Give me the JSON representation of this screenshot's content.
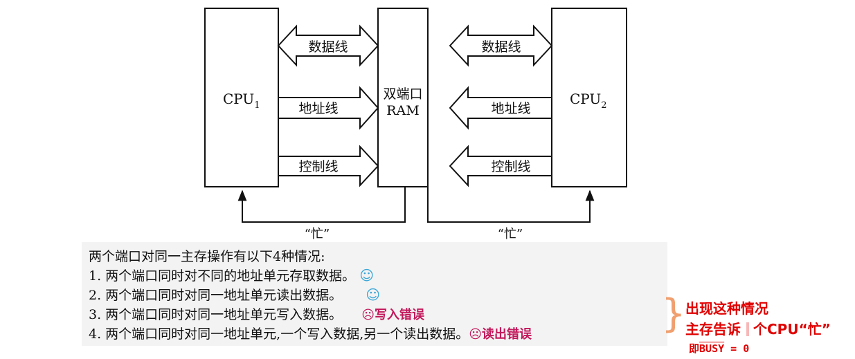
{
  "diagram": {
    "cpu1": "CPU",
    "cpu1_sub": "1",
    "cpu2": "CPU",
    "cpu2_sub": "2",
    "ram_line1": "双端口",
    "ram_line2": "RAM",
    "data_line": "数据线",
    "addr_line": "地址线",
    "ctrl_line": "控制线",
    "busy_left": "“忙”",
    "busy_right": "“忙”"
  },
  "notes": {
    "heading": "两个端口对同一主存操作有以下4种情况:",
    "case1": "1. 两个端口同时对不同的地址单元存取数据。",
    "case2": "2. 两个端口同时对同一地址单元读出数据。",
    "case3": "3. 两个端口同时对同一地址单元写入数据。",
    "case4": "4. 两个端口同时对同一地址单元,一个写入数据,另一个读出数据。",
    "smile": "☺",
    "frown": "☹",
    "write_error": "写入错误",
    "read_error": "读出错误"
  },
  "annotation": {
    "line1": "出现这种情况",
    "line2": "主存告诉",
    "line2_cont": "个CPU“忙”",
    "busy_prefix": "即",
    "busy_signal": "BUSY",
    "busy_value": " = 0"
  },
  "colors": {
    "smile": "#39a6d8",
    "error": "#c2185b",
    "annotation": "#e00000",
    "brace": "#f0a070"
  }
}
